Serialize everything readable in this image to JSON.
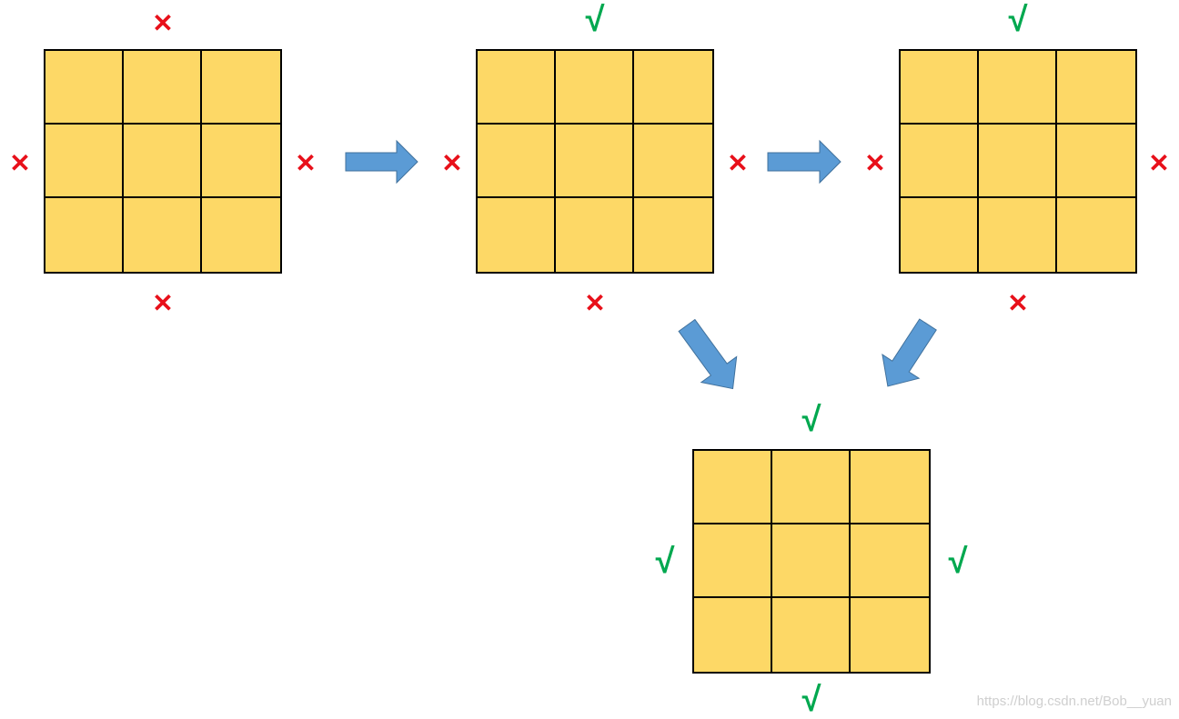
{
  "symbols": {
    "cross": "✕",
    "check": "√"
  },
  "colors": {
    "cross": "#E8101A",
    "check": "#00A84F",
    "cell": "#FDD866",
    "arrow": "#5B9BD5",
    "arrow_stroke": "#41719C"
  },
  "grids": [
    {
      "top": "cross",
      "left": "cross",
      "right": "cross",
      "bottom": "cross"
    },
    {
      "top": "check",
      "left": "cross",
      "right": "cross",
      "bottom": "cross"
    },
    {
      "top": "check",
      "left": "cross",
      "right": "cross",
      "bottom": "cross"
    },
    {
      "top": "check",
      "left": "check",
      "right": "check",
      "bottom": "check"
    }
  ],
  "watermark": "https://blog.csdn.net/Bob__yuan"
}
